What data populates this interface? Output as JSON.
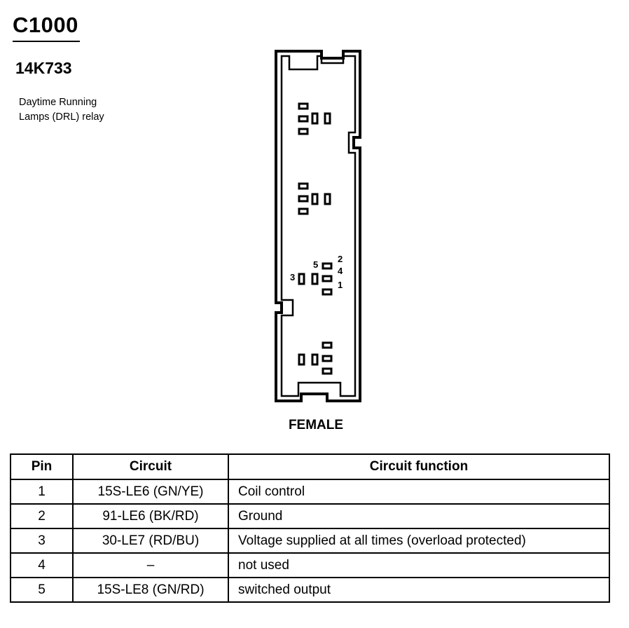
{
  "connector": {
    "code": "C1000",
    "part_number": "14K733",
    "description_lines": [
      "Daytime Running",
      "Lamps (DRL) relay"
    ],
    "gender": "FEMALE",
    "pin_labels": [
      "5",
      "2",
      "4",
      "3",
      "1"
    ]
  },
  "table": {
    "headers": [
      "Pin",
      "Circuit",
      "Circuit function"
    ],
    "rows": [
      {
        "pin": "1",
        "circuit": "15S-LE6 (GN/YE)",
        "function": "Coil control"
      },
      {
        "pin": "2",
        "circuit": "91-LE6 (BK/RD)",
        "function": "Ground"
      },
      {
        "pin": "3",
        "circuit": "30-LE7 (RD/BU)",
        "function": "Voltage supplied at all times (overload protected)"
      },
      {
        "pin": "4",
        "circuit": "–",
        "function": "not used"
      },
      {
        "pin": "5",
        "circuit": "15S-LE8 (GN/RD)",
        "function": "switched output"
      }
    ]
  }
}
